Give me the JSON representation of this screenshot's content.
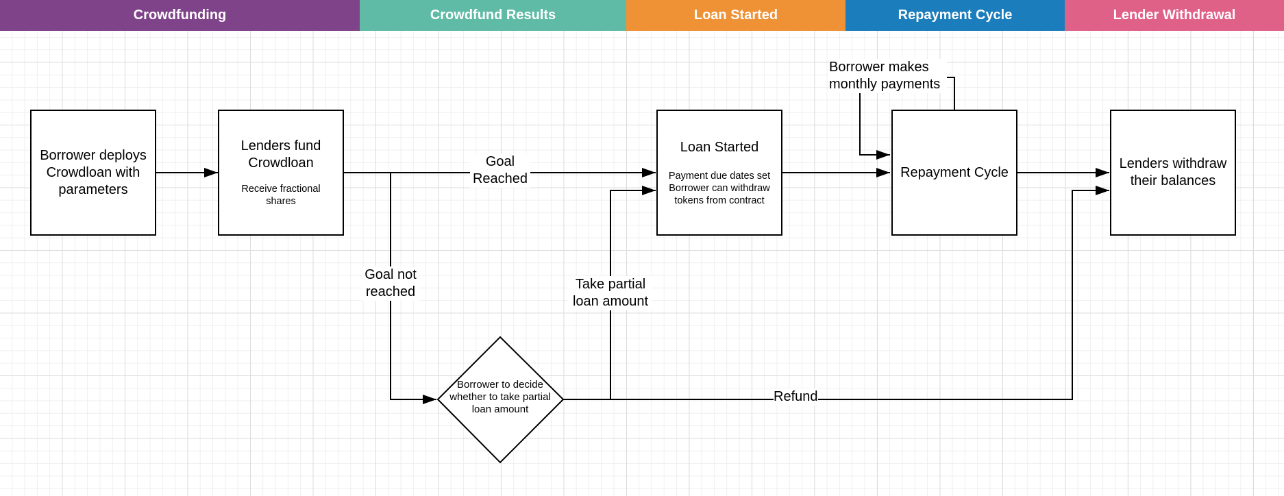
{
  "lanes": {
    "crowdfunding": {
      "label": "Crowdfunding",
      "color": "#7F4389"
    },
    "results": {
      "label": "Crowdfund Results",
      "color": "#5FBBA5"
    },
    "loan_started": {
      "label": "Loan Started",
      "color": "#EF9135"
    },
    "repayment": {
      "label": "Repayment Cycle",
      "color": "#1B7DBB"
    },
    "withdrawal": {
      "label": "Lender Withdrawal",
      "color": "#E06188"
    }
  },
  "nodes": {
    "deploy": {
      "title": "Borrower deploys Crowdloan with parameters"
    },
    "fund": {
      "title": "Lenders fund Crowdloan",
      "subtitle": "Receive fractional shares"
    },
    "loan": {
      "title": "Loan Started",
      "subtitle": "Payment due dates set Borrower can withdraw tokens from contract"
    },
    "repay": {
      "title": "Repayment Cycle"
    },
    "withdraw": {
      "title": "Lenders withdraw their balances"
    },
    "decision": {
      "title": "Borrower to decide whether to take partial loan amount"
    }
  },
  "edge_labels": {
    "goal_reached": "Goal Reached",
    "goal_not_reached": "Goal not reached",
    "take_partial": "Take partial loan amount",
    "refund": "Refund",
    "monthly_payments": "Borrower makes monthly payments"
  }
}
